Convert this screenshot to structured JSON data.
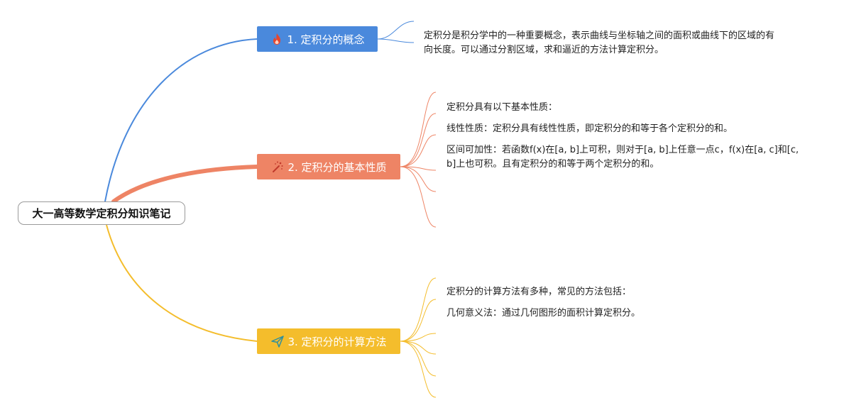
{
  "root": {
    "title": "大一高等数学定积分知识笔记"
  },
  "branches": [
    {
      "label": "1. 定积分的概念",
      "color": "#4a89dc",
      "icon": "fire-icon",
      "leaves": [
        "定积分是积分学中的一种重要概念，表示曲线与坐标轴之间的面积或曲线下的区域的有向长度。可以通过分割区域，求和逼近的方法计算定积分。"
      ]
    },
    {
      "label": "2. 定积分的基本性质",
      "color": "#ee8465",
      "icon": "magic-wand-icon",
      "leaves": [
        "定积分具有以下基本性质：",
        "线性性质：定积分具有线性性质，即定积分的和等于各个定积分的和。",
        "区间可加性：若函数f(x)在[a, b]上可积，则对于[a, b]上任意一点c，f(x)在[a, c]和[c, b]上也可积。且有定积分的和等于两个定积分的和。"
      ]
    },
    {
      "label": "3. 定积分的计算方法",
      "color": "#f4bd2c",
      "icon": "paper-plane-icon",
      "leaves": [
        "定积分的计算方法有多种，常见的方法包括：",
        "几何意义法：通过几何图形的面积计算定积分。"
      ]
    }
  ]
}
